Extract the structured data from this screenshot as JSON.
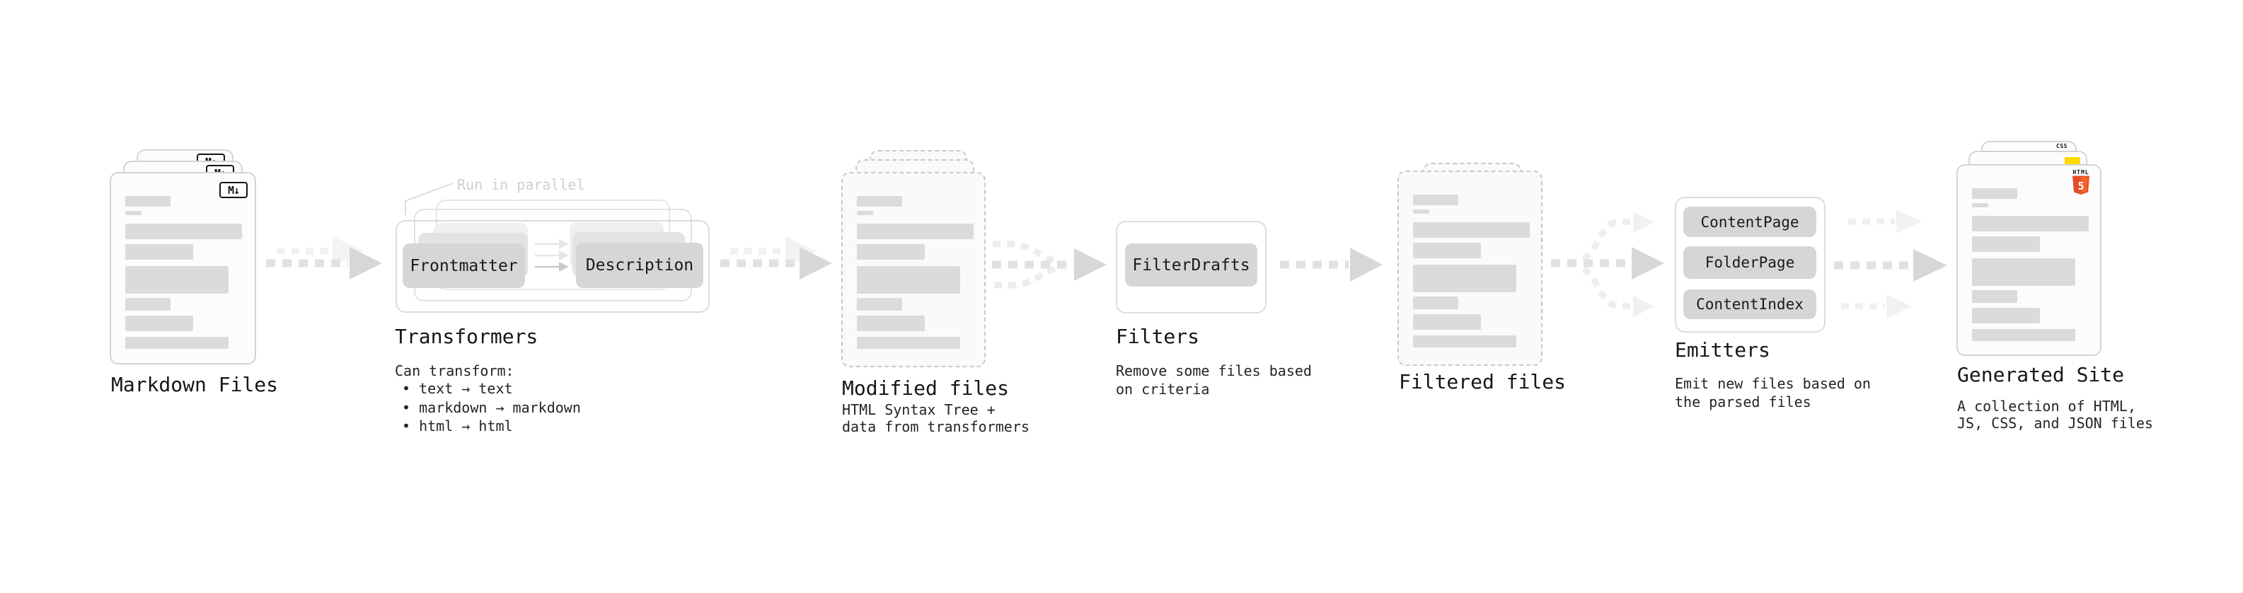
{
  "diagram": {
    "stages": [
      {
        "key": "markdown-files",
        "title": "Markdown Files"
      },
      {
        "key": "transformers",
        "title": "Transformers",
        "annotation": "Run in parallel",
        "note_heading": "Can transform:",
        "bullets": [
          "text → text",
          "markdown → markdown",
          "html → html"
        ],
        "nodes": {
          "source": "Frontmatter",
          "target": "Description"
        }
      },
      {
        "key": "modified-files",
        "title": "Modified files",
        "desc_lines": [
          "HTML Syntax Tree +",
          "data from transformers"
        ]
      },
      {
        "key": "filters",
        "title": "Filters",
        "desc_lines": [
          "Remove some files based",
          "on criteria"
        ],
        "nodes": [
          "FilterDrafts"
        ]
      },
      {
        "key": "filtered-files",
        "title": "Filtered files"
      },
      {
        "key": "emitters",
        "title": "Emitters",
        "desc_lines": [
          "Emit new files based on",
          "the parsed files"
        ],
        "nodes": [
          "ContentPage",
          "FolderPage",
          "ContentIndex"
        ]
      },
      {
        "key": "generated-site",
        "title": "Generated Site",
        "desc_lines": [
          "A collection of HTML,",
          "JS, CSS, and JSON files"
        ]
      }
    ],
    "badges": {
      "markdown": "M↓",
      "html_label": "HTML",
      "html_number": "5",
      "css": "CSS"
    },
    "colors": {
      "html5_orange": "#e44d26",
      "html5_orange_light": "#f16529",
      "js_yellow": "#ffd900",
      "css_blue": "#2965f1"
    }
  }
}
